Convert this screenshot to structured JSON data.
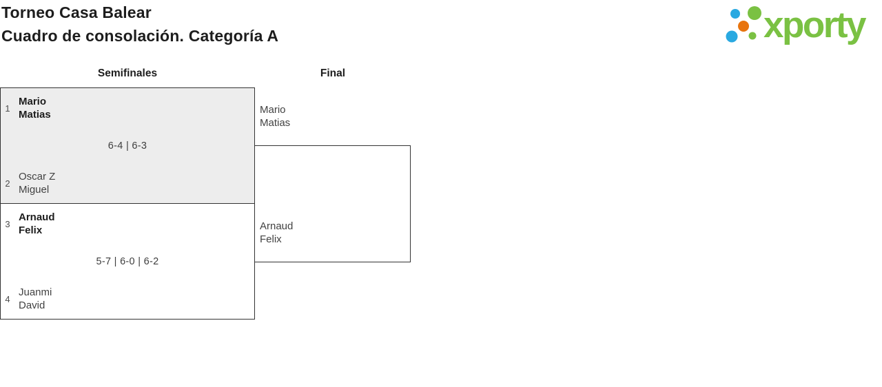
{
  "colors": {
    "brand_green": "#7ac143",
    "brand_blue": "#29a9e1",
    "brand_orange": "#e8740e",
    "highlight_bg": "#ededed",
    "box_border": "#323232",
    "text_primary": "#1d1d1d",
    "text_secondary": "#424242"
  },
  "header": {
    "title": "Torneo Casa Balear",
    "subtitle": "Cuadro de consolación. Categoría A",
    "logo_brand": "xporty"
  },
  "bracket": {
    "semifinals": {
      "label": "Semifinales",
      "matches": [
        {
          "top": {
            "seed": "1",
            "line1": "Mario",
            "line2": "Matias"
          },
          "score": "6-4 | 6-3",
          "bottom": {
            "seed": "2",
            "line1": "Oscar Z",
            "line2": "Miguel"
          }
        },
        {
          "top": {
            "seed": "3",
            "line1": "Arnaud",
            "line2": "Felix"
          },
          "score": "5-7 | 6-0 | 6-2",
          "bottom": {
            "seed": "4",
            "line1": "Juanmi",
            "line2": "David"
          }
        }
      ]
    },
    "final": {
      "label": "Final",
      "slots": [
        {
          "line1": "Mario",
          "line2": "Matias"
        },
        {
          "line1": "Arnaud",
          "line2": "Felix"
        }
      ]
    }
  }
}
